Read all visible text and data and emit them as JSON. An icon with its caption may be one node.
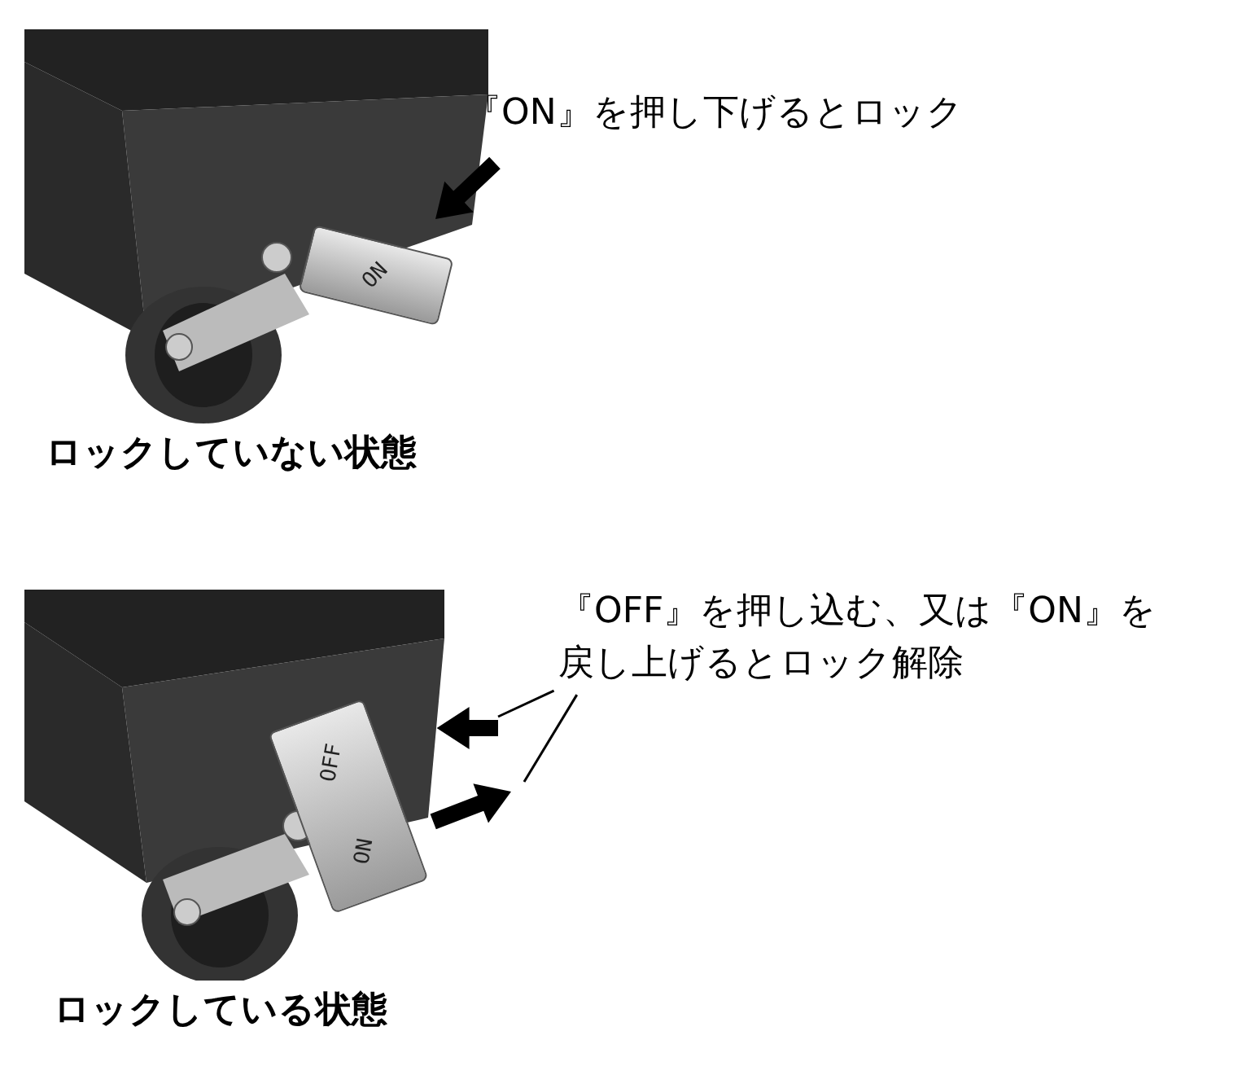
{
  "diagram": {
    "nodes": [
      {
        "text": [],
        "shape": "picture",
        "beside": [
          "ロックしていない状態"
        ]
      },
      {
        "text": [
          "ON"
        ],
        "in": 0
      },
      {
        "text": [
          "『ON』を押し下げるとロック"
        ]
      },
      {
        "text": [],
        "shape": "picture",
        "beside": [
          "ロックしている状態"
        ]
      },
      {
        "text": [
          "OFF",
          "ON"
        ],
        "in": 3
      },
      {
        "text": [
          "『OFF』を押し込む、又は『ON』を戻し上げるとロック解除"
        ]
      }
    ],
    "edges": [
      {
        "from": null,
        "to": 1,
        "arrow": "to",
        "style": "thick"
      },
      {
        "from": null,
        "to": 4,
        "arrow": "to",
        "style": "thick"
      },
      {
        "from": 4,
        "to": null,
        "arrow": "to",
        "style": "thick"
      },
      {
        "from": 5,
        "to": null,
        "arrow": "none"
      },
      {
        "from": 5,
        "to": null,
        "arrow": "none"
      }
    ]
  }
}
